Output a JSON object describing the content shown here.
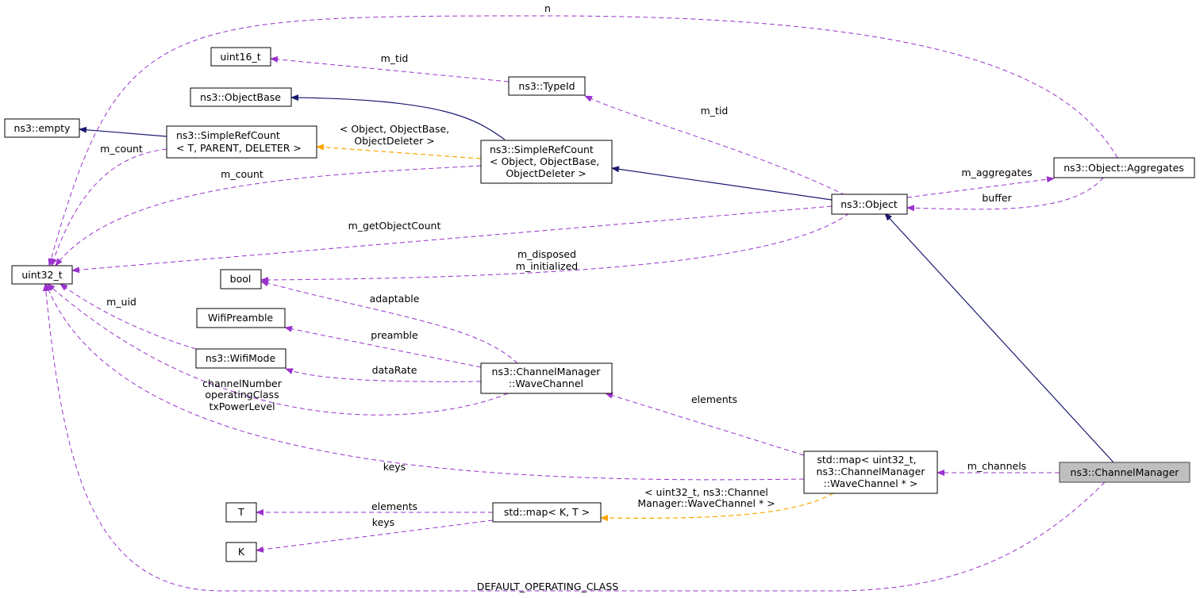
{
  "colors": {
    "pointer_edge": "#9a32cd",
    "inheritance_edge": "#191970",
    "template_edge": "#ffa500",
    "main_node_fill": "#bfbfbf"
  },
  "nodes": {
    "uint16": "uint16_t",
    "typeid": "ns3::TypeId",
    "objectbase": "ns3::ObjectBase",
    "empty": "ns3::empty",
    "src_generic": [
      "ns3::SimpleRefCount",
      "< T, PARENT, DELETER >"
    ],
    "src_object": [
      "ns3::SimpleRefCount",
      "< Object, ObjectBase,",
      "ObjectDeleter >"
    ],
    "object": "ns3::Object",
    "aggregates": "ns3::Object::Aggregates",
    "uint32": "uint32_t",
    "bool": "bool",
    "wifipreamble": "WifiPreamble",
    "wifimode": "ns3::WifiMode",
    "wavechannel": [
      "ns3::ChannelManager",
      "::WaveChannel"
    ],
    "stdmap_wave": [
      "std::map< uint32_t,",
      "ns3::ChannelManager",
      "::WaveChannel * >"
    ],
    "channelmanager": "ns3::ChannelManager",
    "t": "T",
    "stdmap_kt": "std::map< K, T >",
    "k": "K"
  },
  "edge_labels": {
    "n": "n",
    "m_tid_1": "m_tid",
    "m_tid_2": "m_tid",
    "tpl_src": [
      "< Object, ObjectBase,",
      "ObjectDeleter >"
    ],
    "m_count_1": "m_count",
    "m_count_2": "m_count",
    "m_aggregates": "m_aggregates",
    "buffer": "buffer",
    "m_getObjectCount": "m_getObjectCount",
    "m_disposed": [
      "m_disposed",
      "m_initialized"
    ],
    "adaptable": "adaptable",
    "preamble": "preamble",
    "m_uid": "m_uid",
    "dataRate": "dataRate",
    "channelNumber": [
      "channelNumber",
      "operatingClass",
      "txPowerLevel"
    ],
    "elements_wave": "elements",
    "keys_wave": "keys",
    "m_channels": "m_channels",
    "default_op": "DEFAULT_OPERATING_CLASS",
    "tpl_map": [
      "< uint32_t, ns3::Channel",
      "Manager::WaveChannel * >"
    ],
    "elements_t": "elements",
    "keys_k": "keys"
  }
}
